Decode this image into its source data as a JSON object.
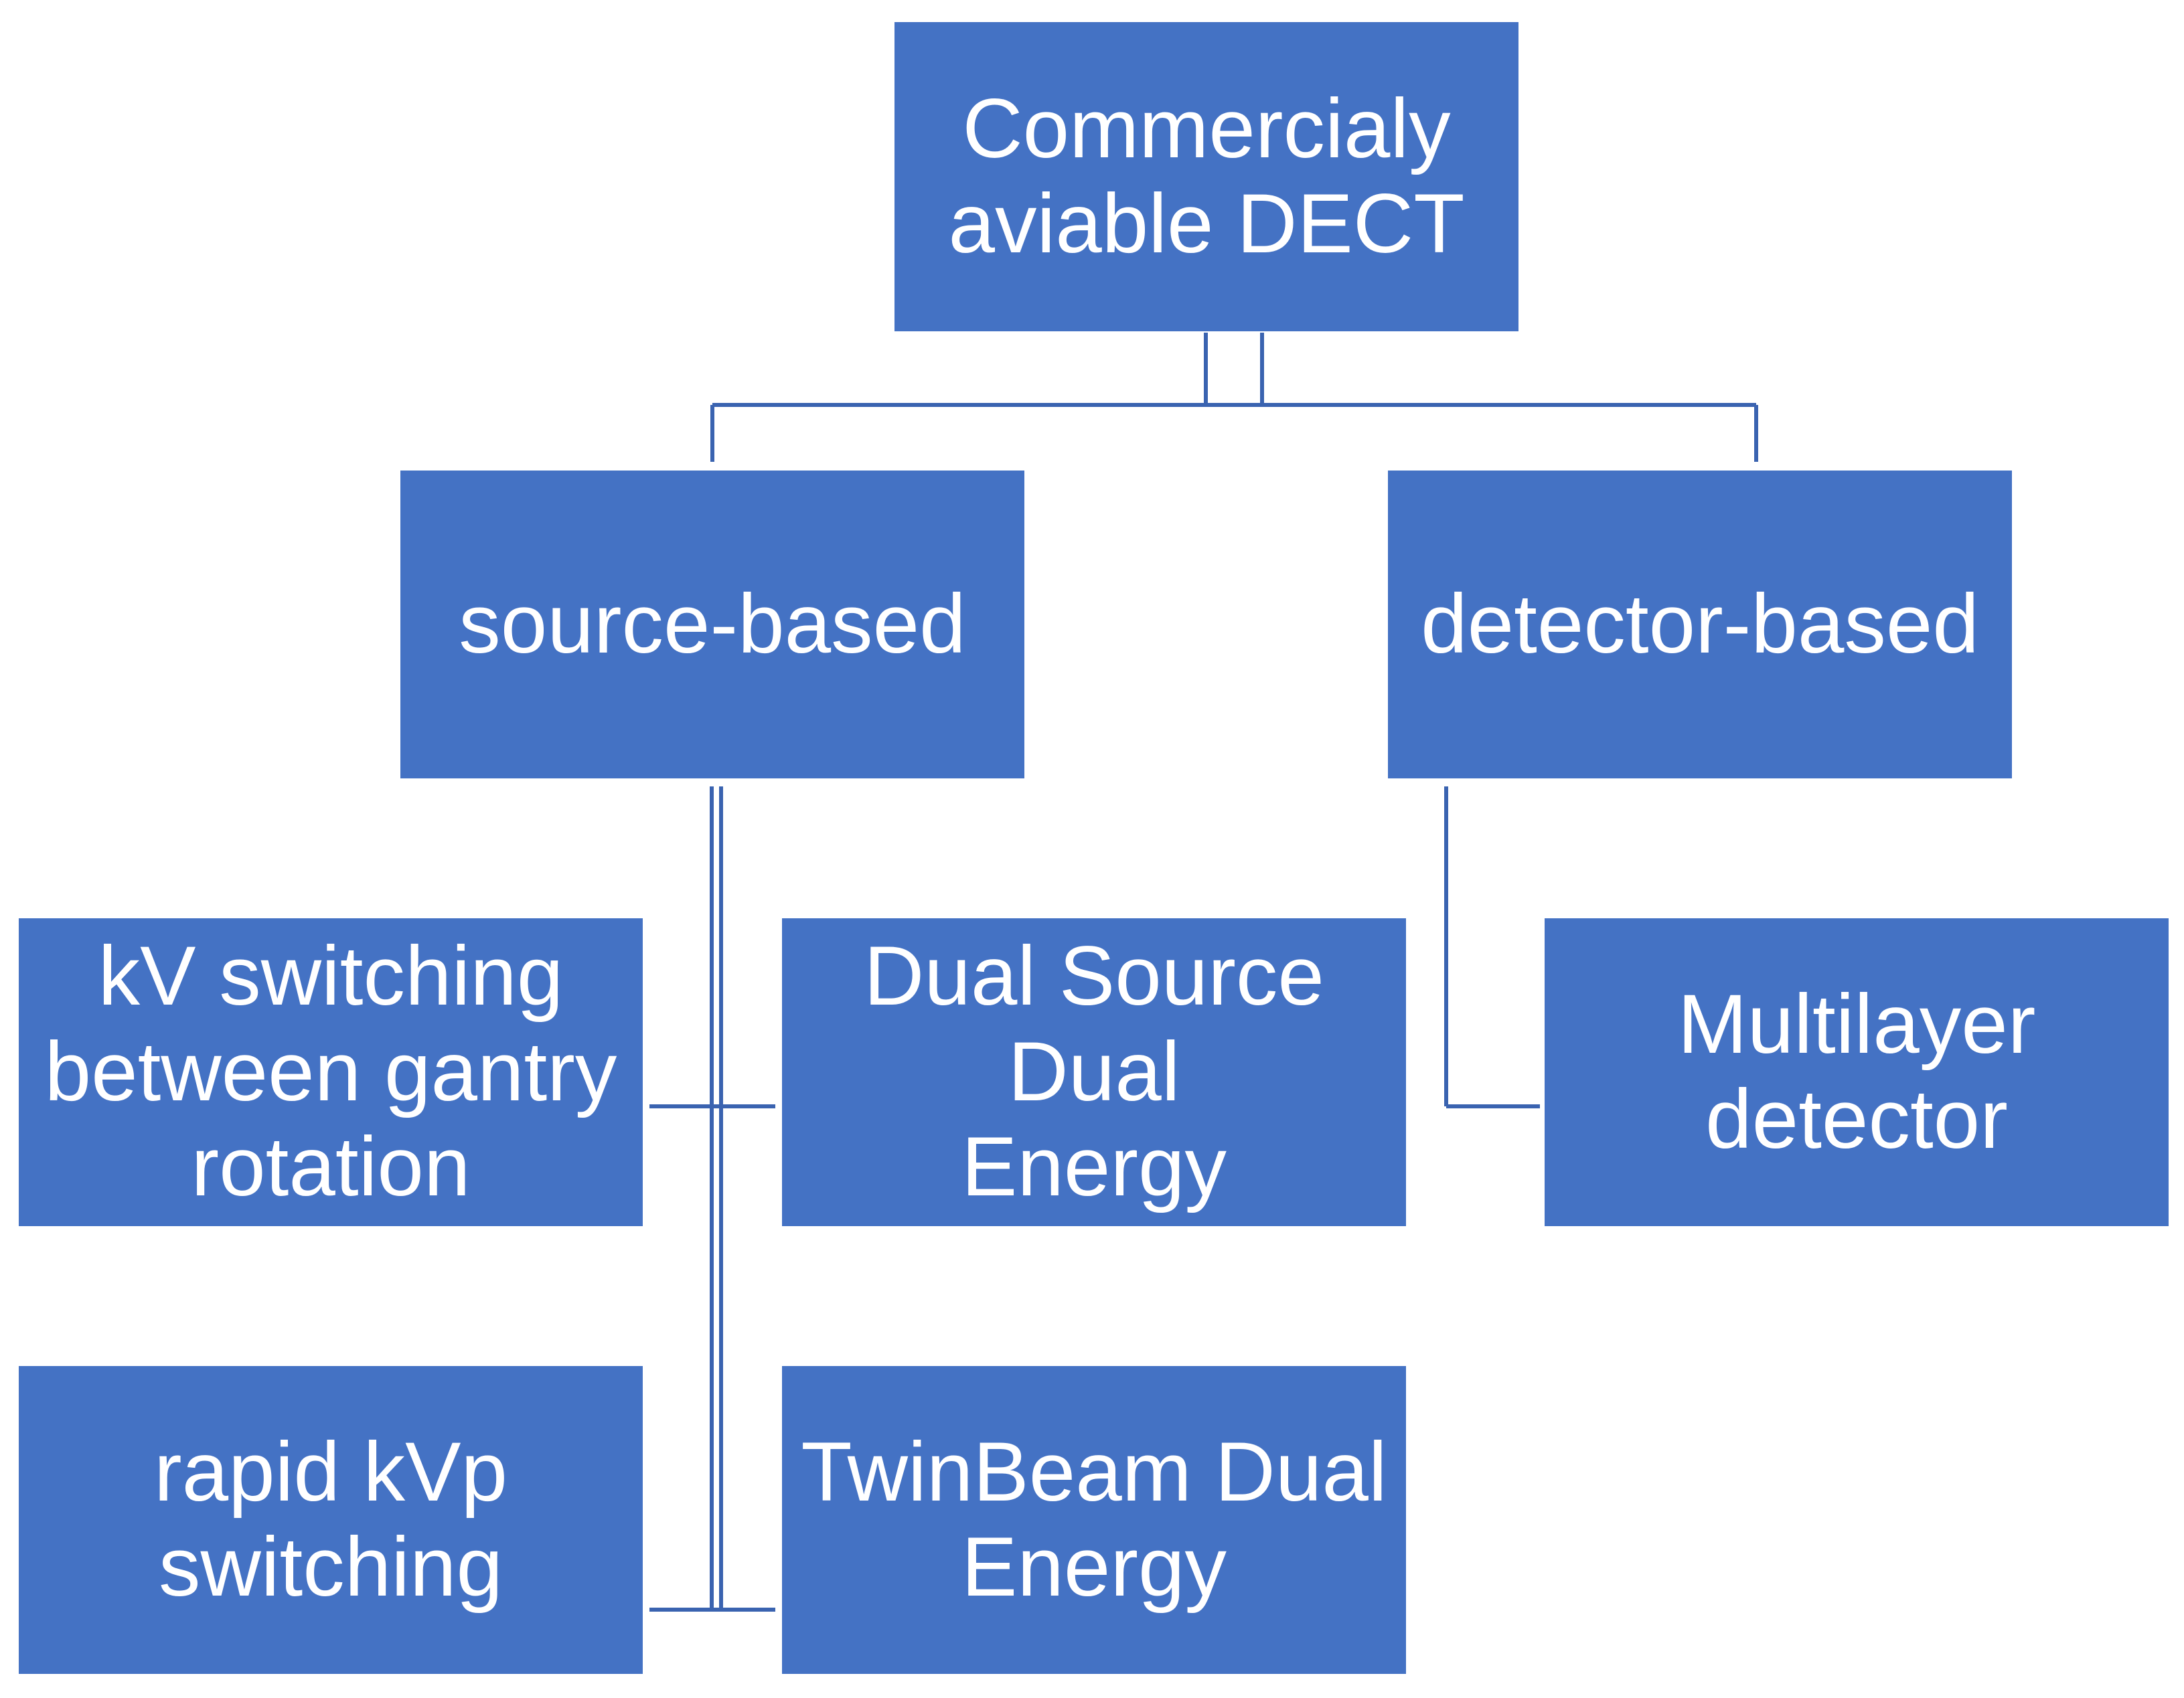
{
  "diagram": {
    "type": "hierarchy",
    "root": {
      "label": "Commercialy\naviable DECT"
    },
    "categories": [
      {
        "label": "source-based",
        "children": [
          "kV switching\nbetween gantry\nrotation",
          "Dual Source Dual\nEnergy",
          "rapid kVp\nswitching",
          "TwinBeam Dual\nEnergy"
        ]
      },
      {
        "label": "detector-based",
        "children": [
          "Multilayer\ndetector"
        ]
      }
    ],
    "colors": {
      "box_fill": "#4472C4",
      "box_text": "#FFFFFF",
      "connector": "#3A63B0",
      "background": "#FFFFFF"
    }
  }
}
